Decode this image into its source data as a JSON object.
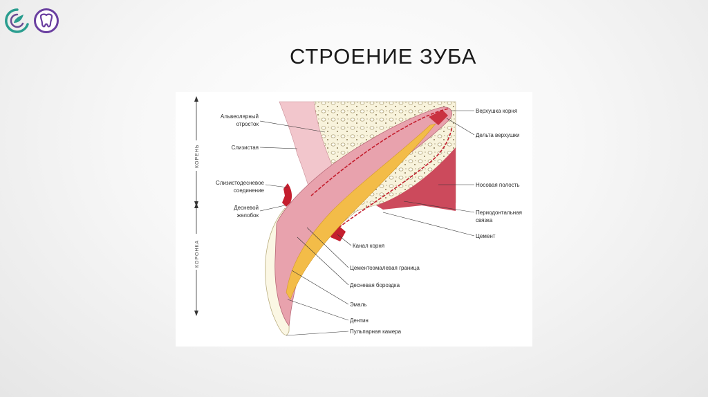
{
  "title": "СТРОЕНИЕ ЗУБА",
  "logos": [
    {
      "name": "leaf-logo-icon",
      "colors": [
        "#2a9d8f",
        "#6a4c93"
      ]
    },
    {
      "name": "tooth-logo-icon",
      "colors": [
        "#6a3fa0"
      ]
    }
  ],
  "diagram": {
    "axis_labels": {
      "root": "КОРЕНЬ",
      "crown": "КОРОНКА"
    },
    "labels_left": [
      {
        "id": "alveolar",
        "lines": [
          "Альвеолярный",
          "отросток"
        ]
      },
      {
        "id": "mucosa",
        "lines": [
          "Слизистая"
        ]
      },
      {
        "id": "mucogingival",
        "lines": [
          "Слизистодесневое",
          "соединение"
        ]
      },
      {
        "id": "gingival_groove",
        "lines": [
          "Десневой",
          "желобок"
        ]
      }
    ],
    "labels_right": [
      {
        "id": "root_apex",
        "text": "Верхушка корня"
      },
      {
        "id": "apical_delta",
        "text": "Дельта верхушки"
      },
      {
        "id": "nasal_cavity",
        "text": "Носовая полость"
      },
      {
        "id": "periodontal",
        "lines": [
          "Периодонтальная",
          "связка"
        ]
      },
      {
        "id": "cementum",
        "text": "Цемент"
      }
    ],
    "labels_bottom": [
      {
        "id": "root_canal",
        "text": "Канал корня"
      },
      {
        "id": "cej",
        "text": "Цементоэмалевая граница"
      },
      {
        "id": "gingival_sulcus",
        "text": "Десневая бороздка"
      },
      {
        "id": "enamel",
        "text": "Эмаль"
      },
      {
        "id": "dentin",
        "text": "Дентин"
      },
      {
        "id": "pulp_chamber",
        "text": "Пульпарная камера"
      }
    ],
    "colors": {
      "mucosa": "#f2c6cc",
      "bone": "#f8f3dc",
      "bone_outline": "#a89a70",
      "dentin": "#e8a2ad",
      "pulp": "#f3bc48",
      "enamel": "#fbf7e4",
      "nasal": "#cc4a5c",
      "gum_red": "#c41e2e"
    }
  }
}
